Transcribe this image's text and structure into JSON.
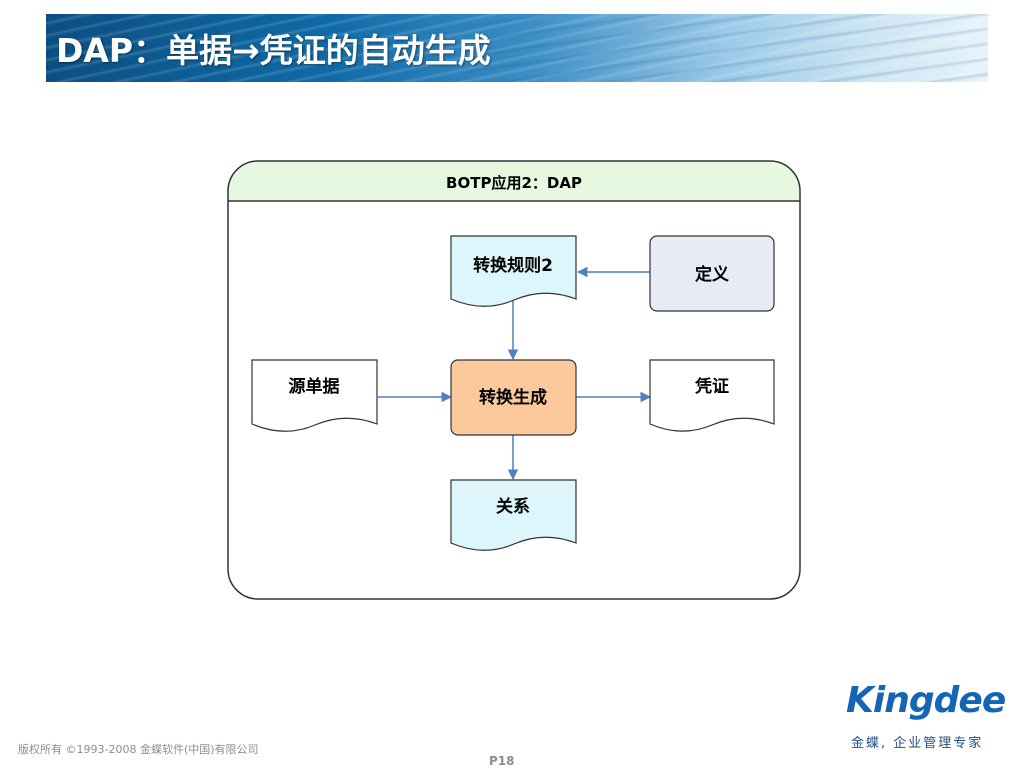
{
  "slide": {
    "title": "DAP：单据→凭证的自动生成",
    "page_number": "P18",
    "copyright": "版权所有 ©1993-2008 金蝶软件(中国)有限公司"
  },
  "brand": {
    "logo_text": "Kingdee",
    "tagline": "金蝶, 企业管理专家",
    "color": "#1565b7"
  },
  "diagram": {
    "frame_title": "BOTP应用2：DAP",
    "nodes": {
      "rule": {
        "label": "转换规则2",
        "shape": "document",
        "fill": "#ddf6fb"
      },
      "define": {
        "label": "定义",
        "shape": "rounded-rect",
        "fill": "#e6ebf5"
      },
      "source": {
        "label": "源单据",
        "shape": "document",
        "fill": "#ffffff"
      },
      "convert": {
        "label": "转换生成",
        "shape": "rounded-rect",
        "fill": "#fbc99b"
      },
      "voucher": {
        "label": "凭证",
        "shape": "document",
        "fill": "#ffffff"
      },
      "relation": {
        "label": "关系",
        "shape": "document",
        "fill": "#ddf6fb"
      }
    },
    "edges": [
      {
        "from": "define",
        "to": "rule"
      },
      {
        "from": "rule",
        "to": "convert"
      },
      {
        "from": "source",
        "to": "convert"
      },
      {
        "from": "convert",
        "to": "voucher"
      },
      {
        "from": "convert",
        "to": "relation"
      }
    ],
    "colors": {
      "frame_header": "#e6f8e0",
      "arrow": "#4f81bd",
      "stroke": "#333333"
    }
  }
}
